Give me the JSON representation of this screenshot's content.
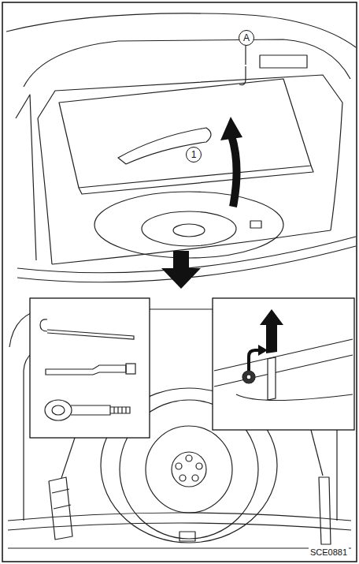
{
  "diagram": {
    "labels": [
      "A",
      "1",
      "SCE0881"
    ]
  }
}
